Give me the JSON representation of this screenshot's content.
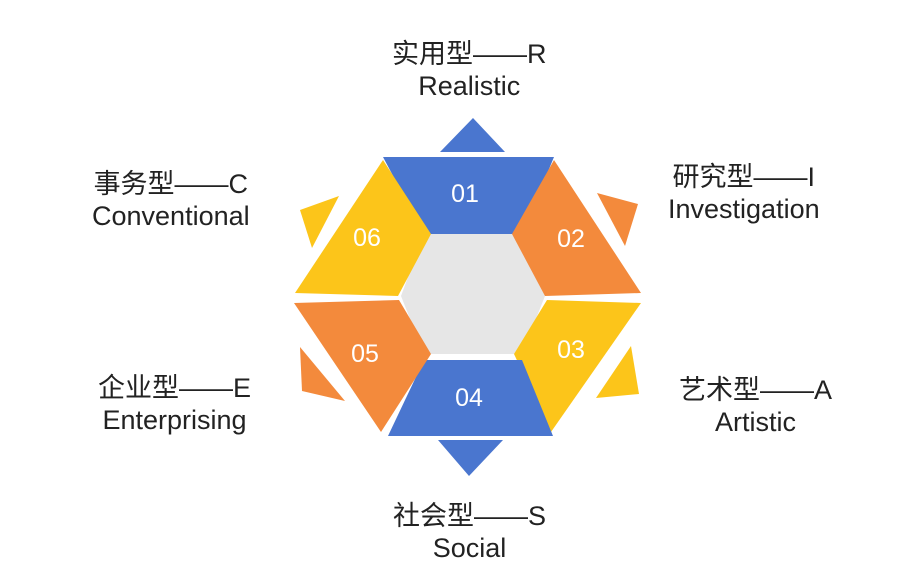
{
  "colors": {
    "blue": "#4a76cf",
    "orange": "#f38a3c",
    "yellow": "#fcc51a",
    "center": "#e6e6e6",
    "text": "#222222"
  },
  "segments": [
    {
      "number": "01",
      "color": "blue"
    },
    {
      "number": "02",
      "color": "orange"
    },
    {
      "number": "03",
      "color": "yellow"
    },
    {
      "number": "04",
      "color": "blue"
    },
    {
      "number": "05",
      "color": "orange"
    },
    {
      "number": "06",
      "color": "yellow"
    }
  ],
  "labels": {
    "realistic": {
      "cn": "实用型——R",
      "en": "Realistic"
    },
    "investigation": {
      "cn": "研究型——I",
      "en": "Investigation"
    },
    "artistic": {
      "cn": "艺术型——A",
      "en": "Artistic"
    },
    "social": {
      "cn": "社会型——S",
      "en": "Social"
    },
    "enterprising": {
      "cn": "企业型——E",
      "en": "Enterprising"
    },
    "conventional": {
      "cn": "事务型——C",
      "en": "Conventional"
    }
  }
}
